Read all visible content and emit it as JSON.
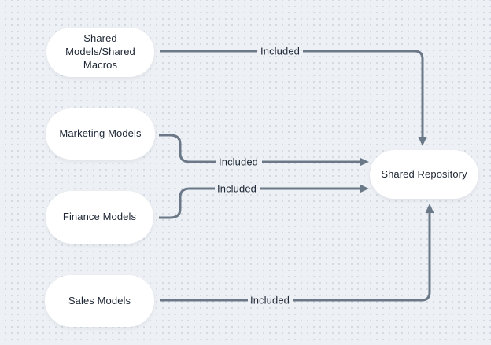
{
  "diagram": {
    "type": "flowchart",
    "direction": "left-to-right",
    "nodes": [
      {
        "id": "shared-models-macros",
        "label": "Shared\nModels/Shared\nMacros"
      },
      {
        "id": "marketing-models",
        "label": "Marketing Models"
      },
      {
        "id": "finance-models",
        "label": "Finance Models"
      },
      {
        "id": "sales-models",
        "label": "Sales Models"
      },
      {
        "id": "shared-repository",
        "label": "Shared Repository"
      }
    ],
    "edges": [
      {
        "from": "shared-models-macros",
        "to": "shared-repository",
        "label": "Included"
      },
      {
        "from": "marketing-models",
        "to": "shared-repository",
        "label": "Included"
      },
      {
        "from": "finance-models",
        "to": "shared-repository",
        "label": "Included"
      },
      {
        "from": "sales-models",
        "to": "shared-repository",
        "label": "Included"
      }
    ],
    "colors": {
      "background": "#edf0f4",
      "grid_dot": "#d2d8e0",
      "edge": "#6b7888",
      "node_fill": "#ffffff",
      "text": "#1c2533"
    }
  }
}
